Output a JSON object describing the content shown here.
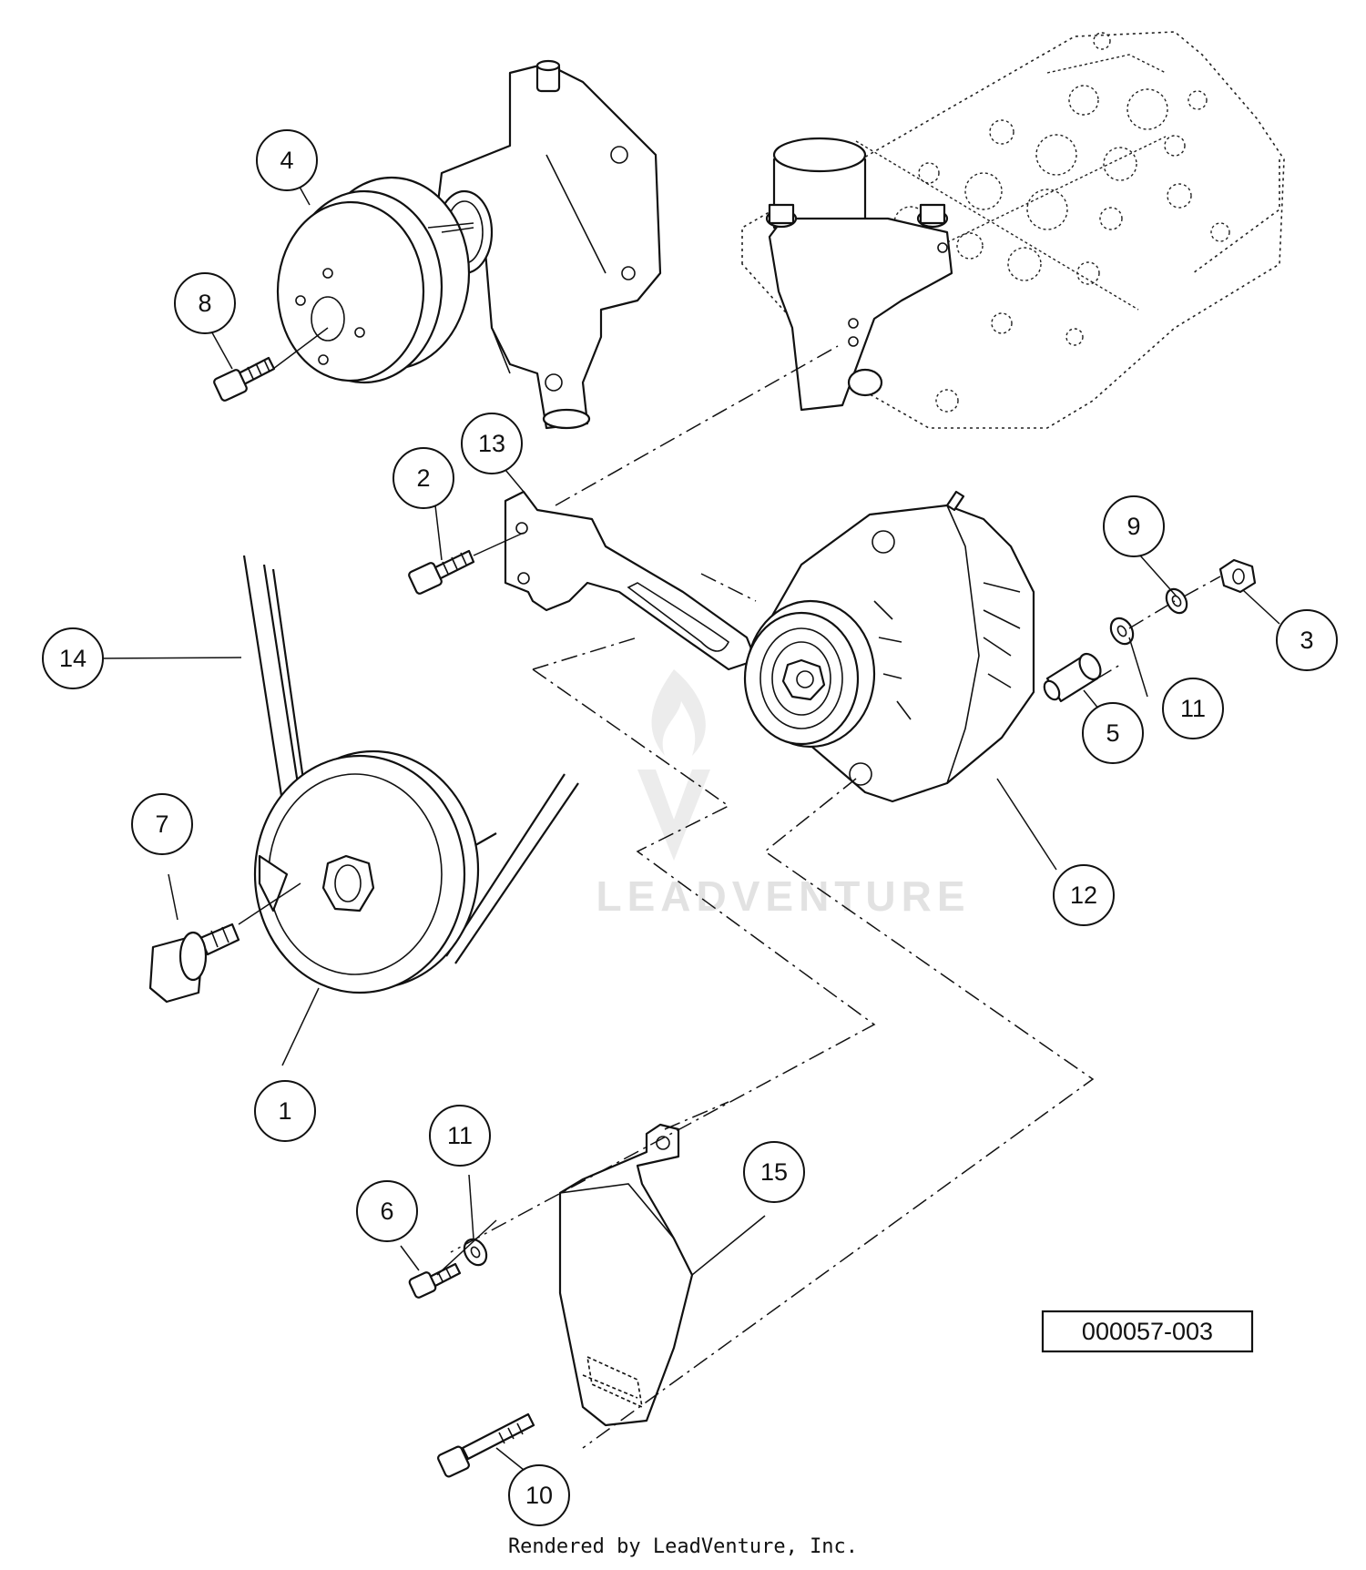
{
  "diagram": {
    "reference_number": "000057-003",
    "watermark_text": "LEADVENTURE",
    "footer": "Rendered by LeadVenture, Inc.",
    "callouts": [
      {
        "label": "4"
      },
      {
        "label": "8"
      },
      {
        "label": "13"
      },
      {
        "label": "2"
      },
      {
        "label": "14"
      },
      {
        "label": "9"
      },
      {
        "label": "3"
      },
      {
        "label": "11"
      },
      {
        "label": "5"
      },
      {
        "label": "7"
      },
      {
        "label": "12"
      },
      {
        "label": "1"
      },
      {
        "label": "11"
      },
      {
        "label": "6"
      },
      {
        "label": "15"
      },
      {
        "label": "10"
      }
    ]
  }
}
